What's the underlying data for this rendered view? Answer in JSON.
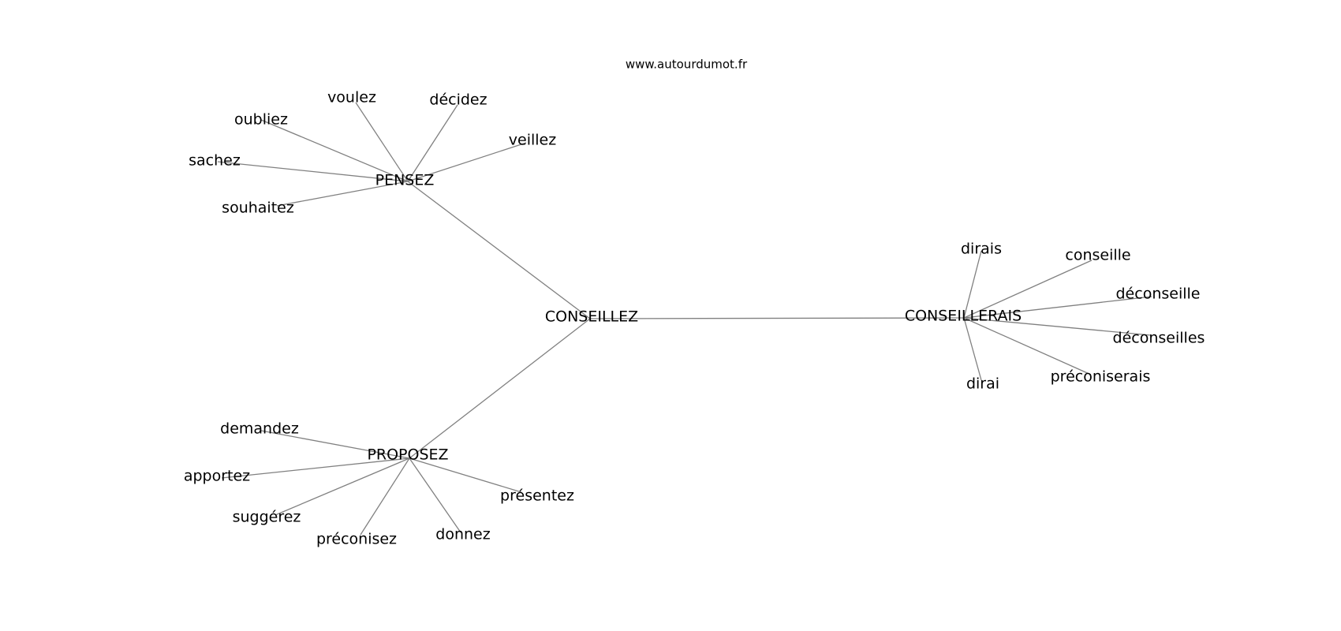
{
  "source": "www.autourdumot.fr",
  "graph": {
    "center": "CONSEILLEZ",
    "hubs": [
      {
        "label": "PENSEZ",
        "leaves": [
          "voulez",
          "décidez",
          "veillez",
          "oubliez",
          "sachez",
          "souhaitez"
        ]
      },
      {
        "label": "CONSEILLERAIS",
        "leaves": [
          "dirais",
          "conseille",
          "déconseille",
          "déconseilles",
          "préconiserais",
          "dirai"
        ]
      },
      {
        "label": "PROPOSEZ",
        "leaves": [
          "demandez",
          "apportez",
          "suggérez",
          "préconisez",
          "donnez",
          "présentez"
        ]
      }
    ]
  },
  "colors": {
    "edge": "#808080",
    "text": "#000000",
    "background": "#ffffff"
  }
}
